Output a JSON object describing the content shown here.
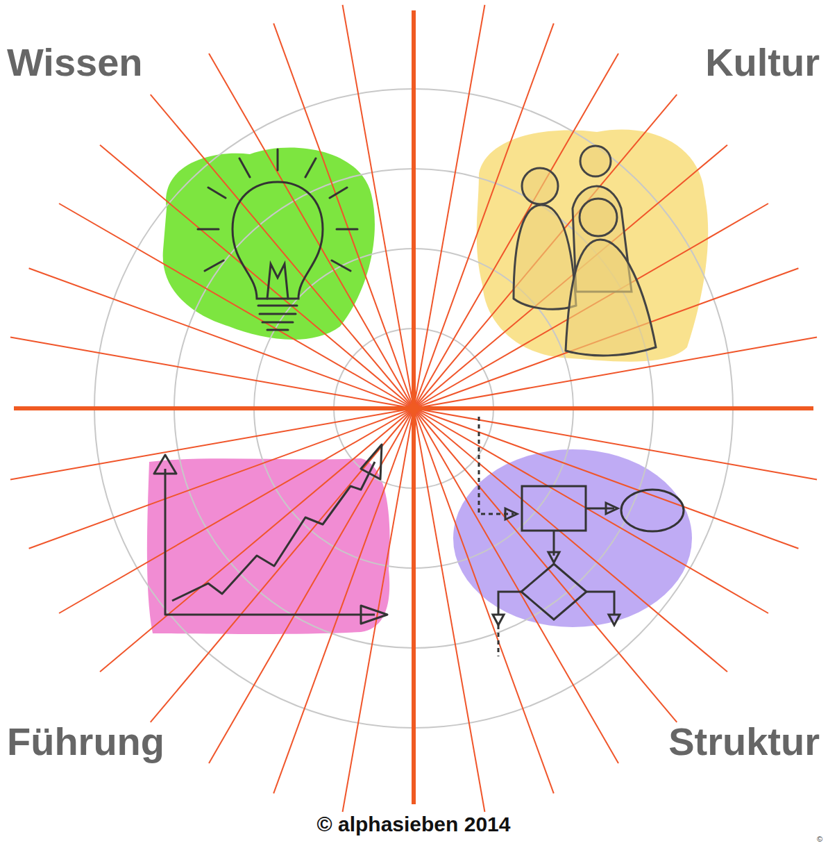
{
  "diagram": {
    "labels": [
      "Wissen",
      "Kultur",
      "Führung",
      "Struktur",
      "© alphasieben 2014",
      "©"
    ]
  }
}
